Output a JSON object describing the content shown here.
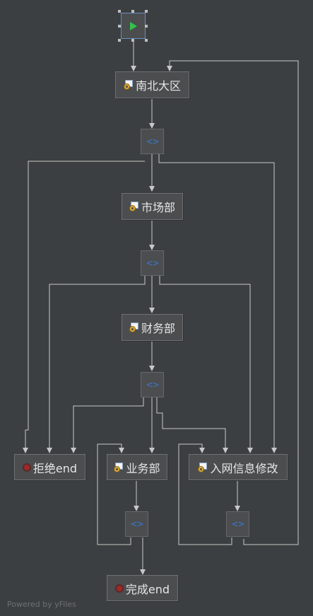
{
  "nodes": {
    "start": {
      "icon": "start-play-icon"
    },
    "nanbei": {
      "label": "南北大区",
      "icon": "service-task-icon"
    },
    "shichang": {
      "label": "市场部",
      "icon": "service-task-icon"
    },
    "caiwu": {
      "label": "财务部",
      "icon": "service-task-icon"
    },
    "yewu": {
      "label": "业务部",
      "icon": "service-task-icon"
    },
    "ruwang": {
      "label": "入网信息修改",
      "icon": "service-task-icon"
    },
    "reject_end": {
      "label": "拒绝end",
      "icon": "end-event-icon"
    },
    "complete_end": {
      "label": "完成end",
      "icon": "end-event-icon"
    },
    "gateway_symbol": "<>"
  },
  "footer": {
    "watermark": "Powered by yFiles"
  },
  "colors": {
    "background": "#3c3f41",
    "node_fill": "#4b4d4f",
    "edge": "#c8c8c8",
    "start_arrow": "#31c248",
    "end_dot": "#a02828",
    "gateway_symbol": "#3d6fb5"
  }
}
